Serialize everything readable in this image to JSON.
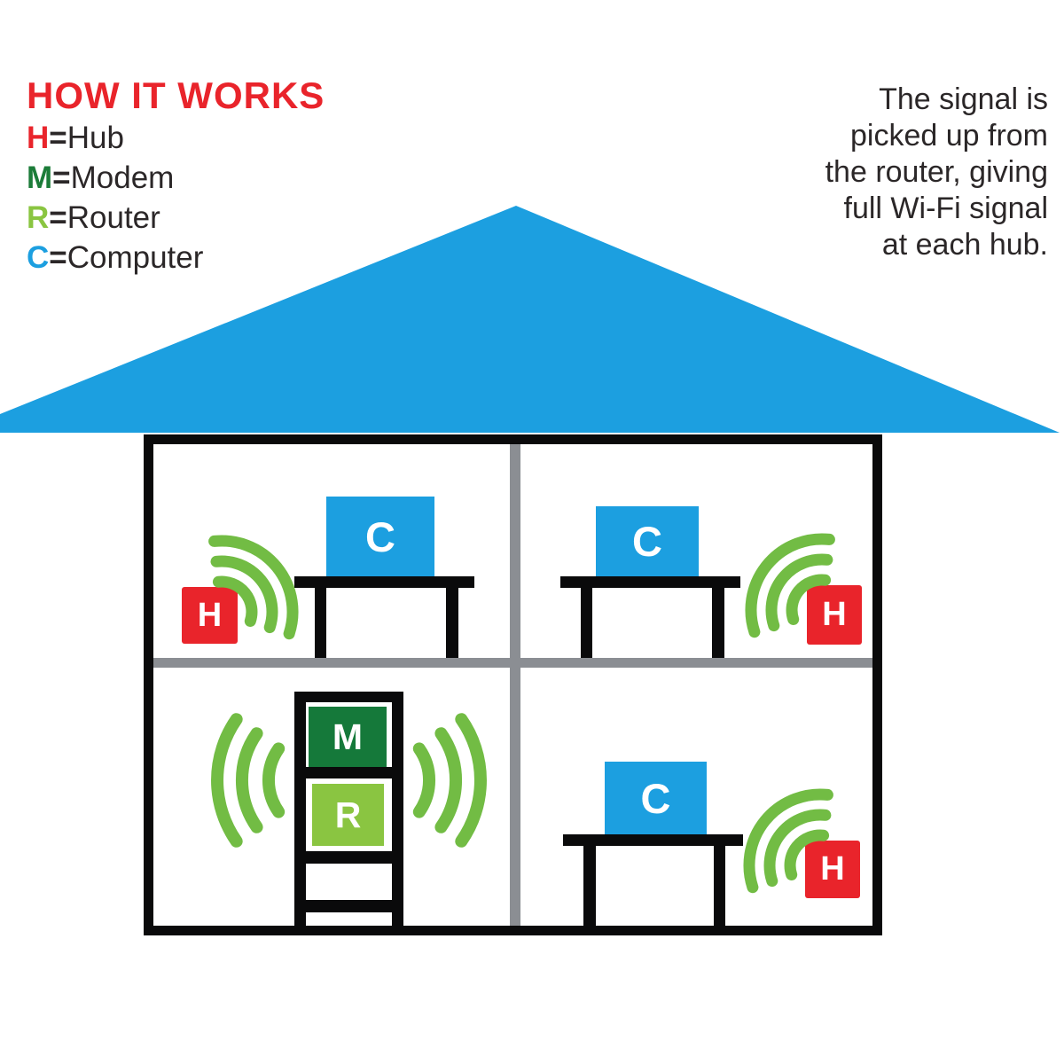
{
  "header": {
    "title": "HOW IT WORKS"
  },
  "legend": {
    "separator": "=",
    "items": [
      {
        "key": "H",
        "label": "Hub",
        "color": "#E9242B"
      },
      {
        "key": "M",
        "label": "Modem",
        "color": "#1C7C39"
      },
      {
        "key": "R",
        "label": "Router",
        "color": "#8AC541"
      },
      {
        "key": "C",
        "label": "Computer",
        "color": "#1C9FE0"
      }
    ]
  },
  "annotation": {
    "text": "The signal is\npicked up from\nthe router, giving\nfull Wi-Fi signal\nat each hub."
  },
  "devices": {
    "hub_label": "H",
    "modem_label": "M",
    "router_label": "R",
    "computer_label": "C"
  },
  "colors": {
    "roof_blue": "#1C9FE0",
    "computer_blue": "#1C9FE0",
    "hub_red": "#E9242B",
    "title_red": "#E9242B",
    "modem_dark_green": "#15793A",
    "router_light_green": "#8AC541",
    "wifi_arc_green": "#72BC44",
    "wall_black": "#0A0A0B",
    "divider_gray": "#8B8E93",
    "text_dark": "#2B2728"
  }
}
